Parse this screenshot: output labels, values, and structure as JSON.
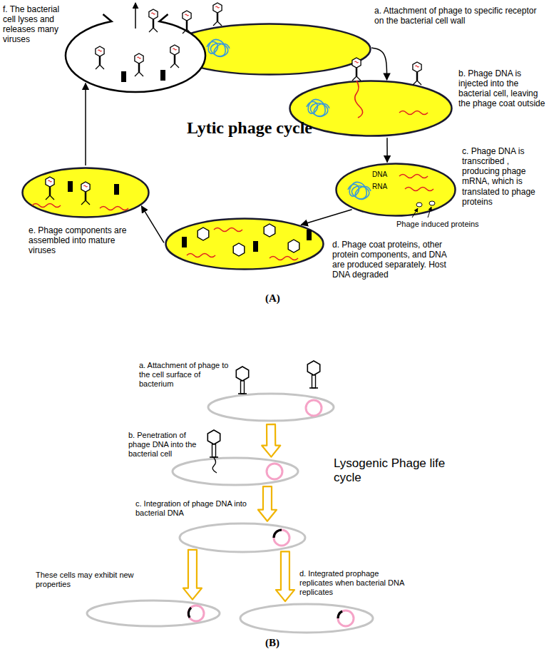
{
  "diagram": {
    "nodes": [
      {
        "text": [
          "a. Attachment of phage to specific receptor on the bacterial cell wall"
        ]
      },
      {
        "text": [
          "b. Phage DNA is injected into the bacterial cell, leaving the phage coat outside"
        ]
      },
      {
        "text": [
          "c. Phage DNA is transcribed , producing phage mRNA, which is translated to phage proteins",
          "DNA",
          "RNA",
          "Phage induced proteins"
        ]
      },
      {
        "text": [
          "d. Phage coat proteins, other protein components, and DNA are produced separately. Host DNA degraded"
        ]
      },
      {
        "text": [
          "e. Phage components are assembled into mature viruses"
        ]
      },
      {
        "text": [
          "f. The bacterial cell lyses and releases many viruses"
        ]
      },
      {
        "text": [
          "a. Attachment of phage to the cell surface of bacterium"
        ]
      },
      {
        "text": [
          "b. Penetration of phage DNA into the bacterial cell"
        ]
      },
      {
        "text": [
          "c. Integration of phage DNA into bacterial DNA"
        ]
      },
      {
        "text": [
          "These cells may exhibit new properties"
        ]
      },
      {
        "text": [
          "d. Integrated prophage replicates when bacterial DNA replicates"
        ]
      }
    ],
    "edges": [
      {
        "from": 0,
        "to": 1,
        "arrow": "to"
      },
      {
        "from": 1,
        "to": 2,
        "arrow": "to"
      },
      {
        "from": 2,
        "to": 3,
        "arrow": "to"
      },
      {
        "from": 3,
        "to": 4,
        "arrow": "to"
      },
      {
        "from": 4,
        "to": 5,
        "arrow": "to"
      },
      {
        "from": 6,
        "to": 7,
        "arrow": "to"
      },
      {
        "from": 7,
        "to": 8,
        "arrow": "to"
      },
      {
        "from": 8,
        "to": 9,
        "arrow": "to"
      },
      {
        "from": 8,
        "to": 10,
        "arrow": "to"
      }
    ],
    "labels": [
      "Lytic phage cycle",
      "(A)",
      "Lysogenic Phage life cycle",
      "(B)"
    ]
  }
}
